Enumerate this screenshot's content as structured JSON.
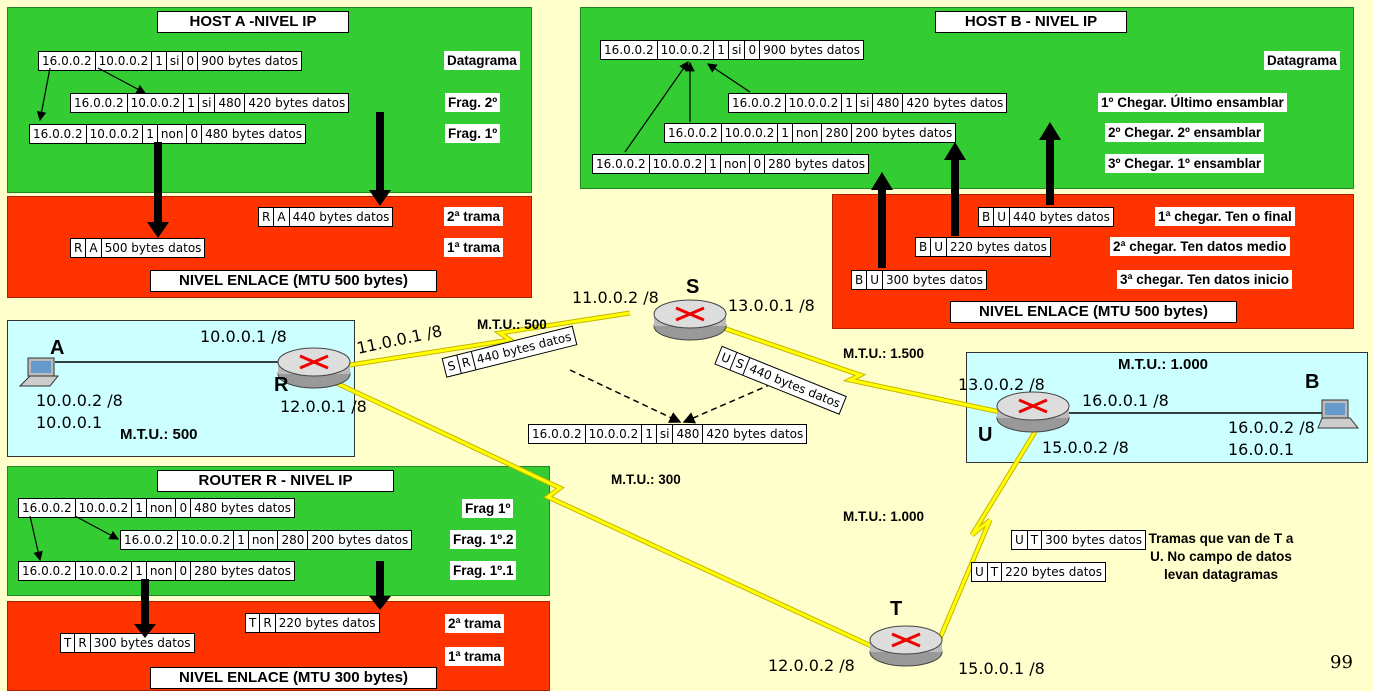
{
  "host_a": {
    "title": "HOST A -NIVEL IP",
    "datagram": [
      "16.0.0.2",
      "10.0.0.2",
      "1",
      "si",
      "0",
      "900 bytes datos"
    ],
    "frag2": [
      "16.0.0.2",
      "10.0.0.2",
      "1",
      "si",
      "480",
      "420 bytes datos"
    ],
    "frag1": [
      "16.0.0.2",
      "10.0.0.2",
      "1",
      "non",
      "0",
      "480 bytes datos"
    ],
    "lbl_datagram": "Datagrama",
    "lbl_frag2": "Frag. 2º",
    "lbl_frag1": "Frag. 1º"
  },
  "link_a": {
    "title": "NIVEL ENLACE (MTU 500 bytes)",
    "frame2": [
      "R",
      "A",
      "440 bytes datos"
    ],
    "frame1": [
      "R",
      "A",
      "500 bytes datos"
    ],
    "lbl2": "2ª trama",
    "lbl1": "1ª trama"
  },
  "host_b": {
    "title": "HOST B - NIVEL IP",
    "datagram": [
      "16.0.0.2",
      "10.0.0.2",
      "1",
      "si",
      "0",
      "900 bytes datos"
    ],
    "last": [
      "16.0.0.2",
      "10.0.0.2",
      "1",
      "si",
      "480",
      "420 bytes datos"
    ],
    "mid": [
      "16.0.0.2",
      "10.0.0.2",
      "1",
      "non",
      "280",
      "200 bytes datos"
    ],
    "first": [
      "16.0.0.2",
      "10.0.0.2",
      "1",
      "non",
      "0",
      "280 bytes datos"
    ],
    "lbl_datagram": "Datagrama",
    "lbl_1": "1º Chegar. Último ensamblar",
    "lbl_2": "2º Chegar. 2º ensamblar",
    "lbl_3": "3º Chegar. 1º ensamblar"
  },
  "link_b": {
    "title": "NIVEL ENLACE (MTU 500 bytes)",
    "frame1": [
      "B",
      "U",
      "440 bytes datos"
    ],
    "frame2": [
      "B",
      "U",
      "220 bytes datos"
    ],
    "frame3": [
      "B",
      "U",
      "300 bytes datos"
    ],
    "lbl1": "1ª chegar. Ten o final",
    "lbl2": "2ª chegar. Ten datos medio",
    "lbl3": "3ª chegar. Ten datos inicio"
  },
  "router_r": {
    "title": "ROUTER R - NIVEL IP",
    "frag1": [
      "16.0.0.2",
      "10.0.0.2",
      "1",
      "non",
      "0",
      "480 bytes datos"
    ],
    "frag12": [
      "16.0.0.2",
      "10.0.0.2",
      "1",
      "non",
      "280",
      "200 bytes datos"
    ],
    "frag11": [
      "16.0.0.2",
      "10.0.0.2",
      "1",
      "non",
      "0",
      "280 bytes datos"
    ],
    "lbl1": "Frag 1º",
    "lbl12": "Frag. 1º.2",
    "lbl11": "Frag. 1º.1"
  },
  "link_r": {
    "title": "NIVEL ENLACE (MTU 300 bytes)",
    "frame2": [
      "T",
      "R",
      "220 bytes datos"
    ],
    "frame1": [
      "T",
      "R",
      "300 bytes datos"
    ],
    "lbl2": "2ª trama",
    "lbl1": "1ª trama"
  },
  "network": {
    "net_a": {
      "host": "A",
      "router": "R",
      "ip_r": "10.0.0.1 /8",
      "ip_a": "10.0.0.2 /8",
      "gw": "10.0.0.1",
      "mtu": "M.T.U.:  500"
    },
    "net_b": {
      "host": "B",
      "router": "U",
      "ip_u_left": "13.0.0.2 /8",
      "ip_u": "16.0.0.1 /8",
      "ip_b": "16.0.0.2 /8",
      "gw": "16.0.0.1",
      "mtu": "M.T.U.:  1.000",
      "ip_u_down": "15.0.0.2 /8"
    },
    "r_ip_up": "11.0.0.1 /8",
    "r_ip_down": "12.0.0.1 /8",
    "s": {
      "name": "S",
      "ip_left": "11.0.0.2 /8",
      "ip_right": "13.0.0.1 /8"
    },
    "t": {
      "name": "T",
      "ip_left": "12.0.0.2 /8",
      "ip_right": "15.0.0.1 /8"
    },
    "mtu_rs": "M.T.U.: 500",
    "mtu_su": "M.T.U.: 1.500",
    "mtu_rt": "M.T.U.: 300",
    "mtu_tu": "M.T.U.: 1.000",
    "frame_sr": [
      "S",
      "R",
      "440 bytes datos"
    ],
    "frame_us": [
      "U",
      "S",
      "440 bytes datos"
    ],
    "center_pkt": [
      "16.0.0.2",
      "10.0.0.2",
      "1",
      "si",
      "480",
      "420 bytes datos"
    ],
    "frame_ut1": [
      "U",
      "T",
      "300 bytes datos"
    ],
    "frame_ut2": [
      "U",
      "T",
      "220 bytes datos"
    ],
    "note": "Tramas que van de T a U. No campo de datos levan datagramas"
  },
  "page_number": "99",
  "colors": {
    "ip_level": "#33cc33",
    "link_level": "#ff3300",
    "network": "#ccffff",
    "background": "#ffffcc",
    "link_bolt": "#ffff00"
  }
}
